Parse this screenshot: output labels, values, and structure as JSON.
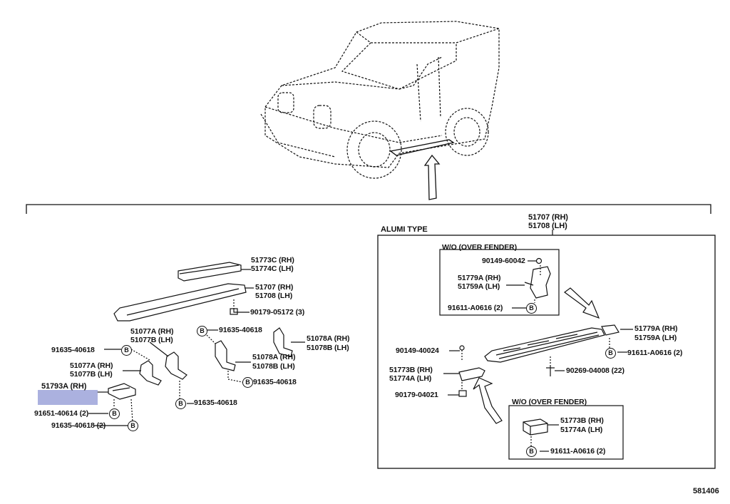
{
  "diagram_id": "581406",
  "sections": {
    "alumi_type": "ALUMI TYPE",
    "wo_over_fender_top": "W/O (OVER FENDER)",
    "wo_over_fender_bottom": "W/O (OVER FENDER)"
  },
  "labels": {
    "p51707_rh": "51707 (RH)",
    "p51708_lh": "51708 (LH)",
    "left": {
      "p51773c": "51773C (RH)",
      "p51774c": "51774C (LH)",
      "p51707": "51707 (RH)",
      "p51708": "51708 (LH)",
      "p90179_05172": "90179-05172 (3)",
      "p51077a_top": "51077A (RH)",
      "p51077b_top": "51077B (LH)",
      "p91635_40618_a": "91635-40618",
      "p51078a_r": "51078A (RH)",
      "p51078b_r": "51078B (LH)",
      "p91635_40618_b": "91635-40618",
      "p51078a_m": "51078A (RH)",
      "p51078b_m": "51078B (LH)",
      "p91635_40618_c": "91635-40618",
      "p51077a_l": "51077A (RH)",
      "p51077b_l": "51077B (LH)",
      "p51793a": "51793A (RH)",
      "p91651_40614": "91651-40614 (2)",
      "p91635_40618_2": "91635-40618 (2)",
      "p91635_40618_d": "91635-40618"
    },
    "right": {
      "p90149_60042": "90149-60042",
      "p51779a_top": "51779A (RH)",
      "p51759a_top": "51759A (LH)",
      "p91611_a0616_top": "91611-A0616 (2)",
      "p51779a_r": "51779A (RH)",
      "p51759a_r": "51759A (LH)",
      "p91611_a0616_r": "91611-A0616 (2)",
      "p90149_40024": "90149-40024",
      "p51773b_l": "51773B (RH)",
      "p51774a_l": "51774A (LH)",
      "p90269_04008": "90269-04008 (22)",
      "p90179_04021": "90179-04021",
      "p51773b_b": "51773B (RH)",
      "p51774a_b": "51774A (LH)",
      "p91611_a0616_b": "91611-A0616 (2)"
    },
    "bolt_mark": "B"
  },
  "colors": {
    "highlight": "#9ca3d9",
    "line": "#111111"
  }
}
